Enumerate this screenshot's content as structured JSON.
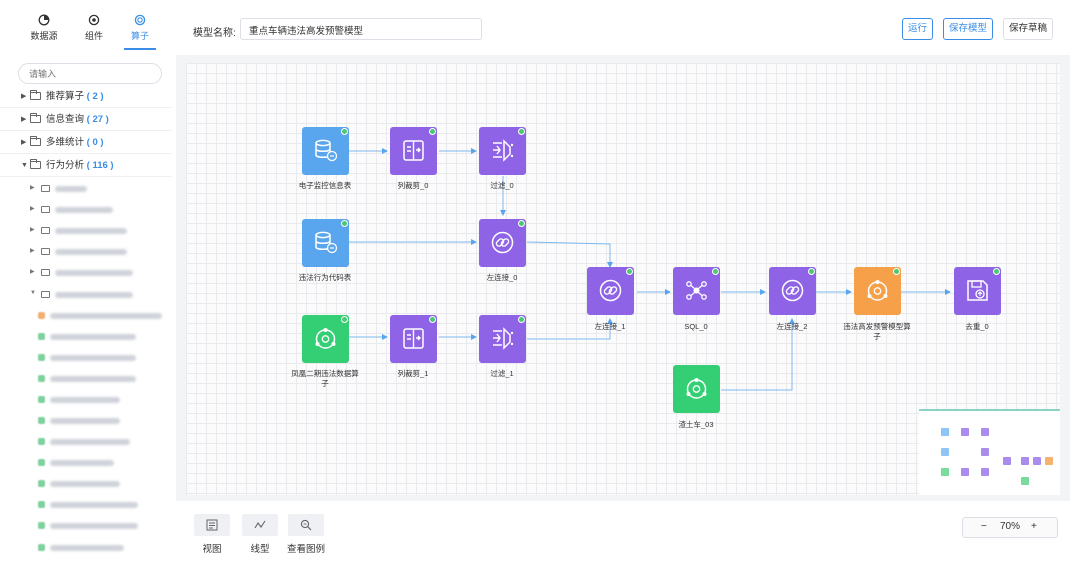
{
  "sidebar": {
    "tabs": [
      {
        "label": "数据源",
        "icon": "pie-chart-icon"
      },
      {
        "label": "组件",
        "icon": "component-icon"
      },
      {
        "label": "算子",
        "icon": "operator-icon"
      }
    ],
    "search_placeholder": "请输入",
    "categories": [
      {
        "label": "推荐算子",
        "count": "( 2 )"
      },
      {
        "label": "信息查询",
        "count": "( 27 )"
      },
      {
        "label": "多维统计",
        "count": "( 0 )"
      },
      {
        "label": "行为分析",
        "count": "( 116 )"
      }
    ]
  },
  "header": {
    "model_name_label": "模型名称:",
    "model_name_value": "重点车辆违法高发预警模型",
    "run_label": "运行",
    "save_model_label": "保存模型",
    "save_draft_label": "保存草稿"
  },
  "canvas": {
    "nodes": [
      {
        "label": "电子监控信息表",
        "color": "#5aa6ee",
        "icon": "database-icon"
      },
      {
        "label": "列裁剪_0",
        "color": "#8e63e6",
        "icon": "column-crop-icon"
      },
      {
        "label": "过滤_0",
        "color": "#8e63e6",
        "icon": "filter-icon"
      },
      {
        "label": "违法行为代码表",
        "color": "#5aa6ee",
        "icon": "database-icon"
      },
      {
        "label": "左连接_0",
        "color": "#8e63e6",
        "icon": "link-icon"
      },
      {
        "label": "凤凰二期违法数据算子",
        "color": "#34cf74",
        "icon": "operator-icon"
      },
      {
        "label": "列裁剪_1",
        "color": "#8e63e6",
        "icon": "column-crop-icon"
      },
      {
        "label": "过滤_1",
        "color": "#8e63e6",
        "icon": "filter-icon"
      },
      {
        "label": "左连接_1",
        "color": "#8e63e6",
        "icon": "link-icon"
      },
      {
        "label": "SQL_0",
        "color": "#8e63e6",
        "icon": "sql-network-icon"
      },
      {
        "label": "渣土车_03",
        "color": "#34cf74",
        "icon": "operator-icon"
      },
      {
        "label": "左连接_2",
        "color": "#8e63e6",
        "icon": "link-icon"
      },
      {
        "label": "违法高发预警模型算子",
        "color": "#f6a04a",
        "icon": "operator-icon"
      },
      {
        "label": "去重_0",
        "color": "#8e63e6",
        "icon": "save-icon"
      }
    ]
  },
  "toolbar": {
    "view_label": "视图",
    "line_label": "线型",
    "legend_label": "查看图例",
    "zoom_minus": "−",
    "zoom_value": "70%",
    "zoom_plus": "+"
  },
  "colors": {
    "accent": "#3a8ee6",
    "status_ok": "#4cc774"
  }
}
